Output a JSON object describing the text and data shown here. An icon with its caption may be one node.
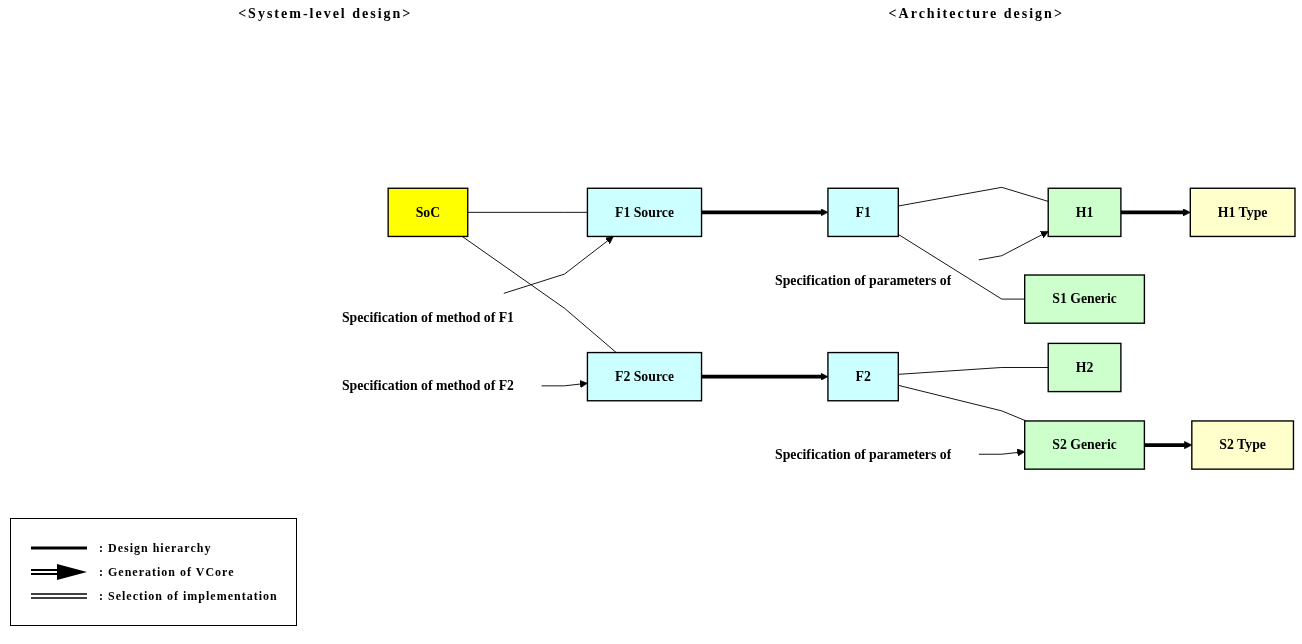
{
  "diagram": {
    "nodes": [
      {
        "text": [
          "SoC"
        ]
      },
      {
        "text": [
          "Specification of method of F1"
        ]
      },
      {
        "text": [
          "F1 Source"
        ]
      },
      {
        "text": [
          "F2 Source"
        ]
      },
      {
        "text": [
          "Specification of method of F2"
        ]
      },
      {
        "text": [
          "F1"
        ]
      },
      {
        "text": [
          "F2"
        ]
      },
      {
        "text": [
          "Specification of parameters of"
        ]
      },
      {
        "text": [
          "H1"
        ]
      },
      {
        "text": [
          "S1 Generic"
        ]
      },
      {
        "text": [
          "H2"
        ]
      },
      {
        "text": [
          "S2 Generic"
        ]
      },
      {
        "text": [
          "Specification of parameters of"
        ]
      },
      {
        "text": [
          "H1 Type"
        ]
      },
      {
        "text": [
          "S2 Type"
        ]
      }
    ],
    "edges": [
      {
        "from": 0,
        "to": 2,
        "arrow": "none"
      },
      {
        "from": 0,
        "to": 3,
        "arrow": "none"
      },
      {
        "from": 1,
        "to": 2,
        "arrow": "to"
      },
      {
        "from": 4,
        "to": 3,
        "arrow": "to"
      },
      {
        "from": 2,
        "to": 5,
        "arrow": "to",
        "style": "thick"
      },
      {
        "from": 3,
        "to": 6,
        "arrow": "to",
        "style": "thick"
      },
      {
        "from": 5,
        "to": 8,
        "arrow": "none"
      },
      {
        "from": 5,
        "to": 9,
        "arrow": "none"
      },
      {
        "from": 6,
        "to": 10,
        "arrow": "none"
      },
      {
        "from": 6,
        "to": 11,
        "arrow": "none"
      },
      {
        "from": 7,
        "to": 8,
        "arrow": "to"
      },
      {
        "from": 12,
        "to": 11,
        "arrow": "to"
      },
      {
        "from": 8,
        "to": 13,
        "arrow": "to",
        "style": "thick"
      },
      {
        "from": 11,
        "to": 14,
        "arrow": "to",
        "style": "thick"
      }
    ],
    "labels": [
      "<System-level design>",
      "<Architecture design>"
    ],
    "legend": [
      {
        "text": ": Design hierarchy"
      },
      {
        "text": ": Generation of VCore"
      },
      {
        "text": ": Selection of implementation"
      }
    ]
  }
}
